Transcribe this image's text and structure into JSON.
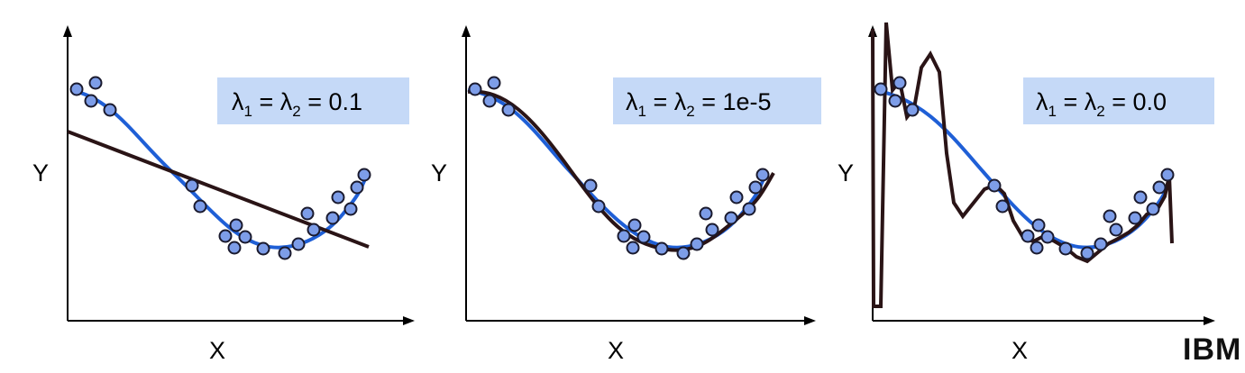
{
  "panels": [
    {
      "formula": "λ1 = λ2 = 0.1",
      "value_text": "0.1",
      "xlabel": "X",
      "ylabel": "Y",
      "fit": "linear"
    },
    {
      "formula": "λ1 = λ2 = 1e-5",
      "value_text": "1e-5",
      "xlabel": "X",
      "ylabel": "Y",
      "fit": "good"
    },
    {
      "formula": "λ1 = λ2 = 0.0",
      "value_text": "0.0",
      "xlabel": "X",
      "ylabel": "Y",
      "fit": "overfit"
    }
  ],
  "logo": "IBM",
  "colors": {
    "true_curve": "#1f5fd6",
    "model_curve": "#2a1416",
    "points_fill": "#7d9de8",
    "points_stroke": "#1a1a2e",
    "label_bg": "#c5d9f7"
  }
}
